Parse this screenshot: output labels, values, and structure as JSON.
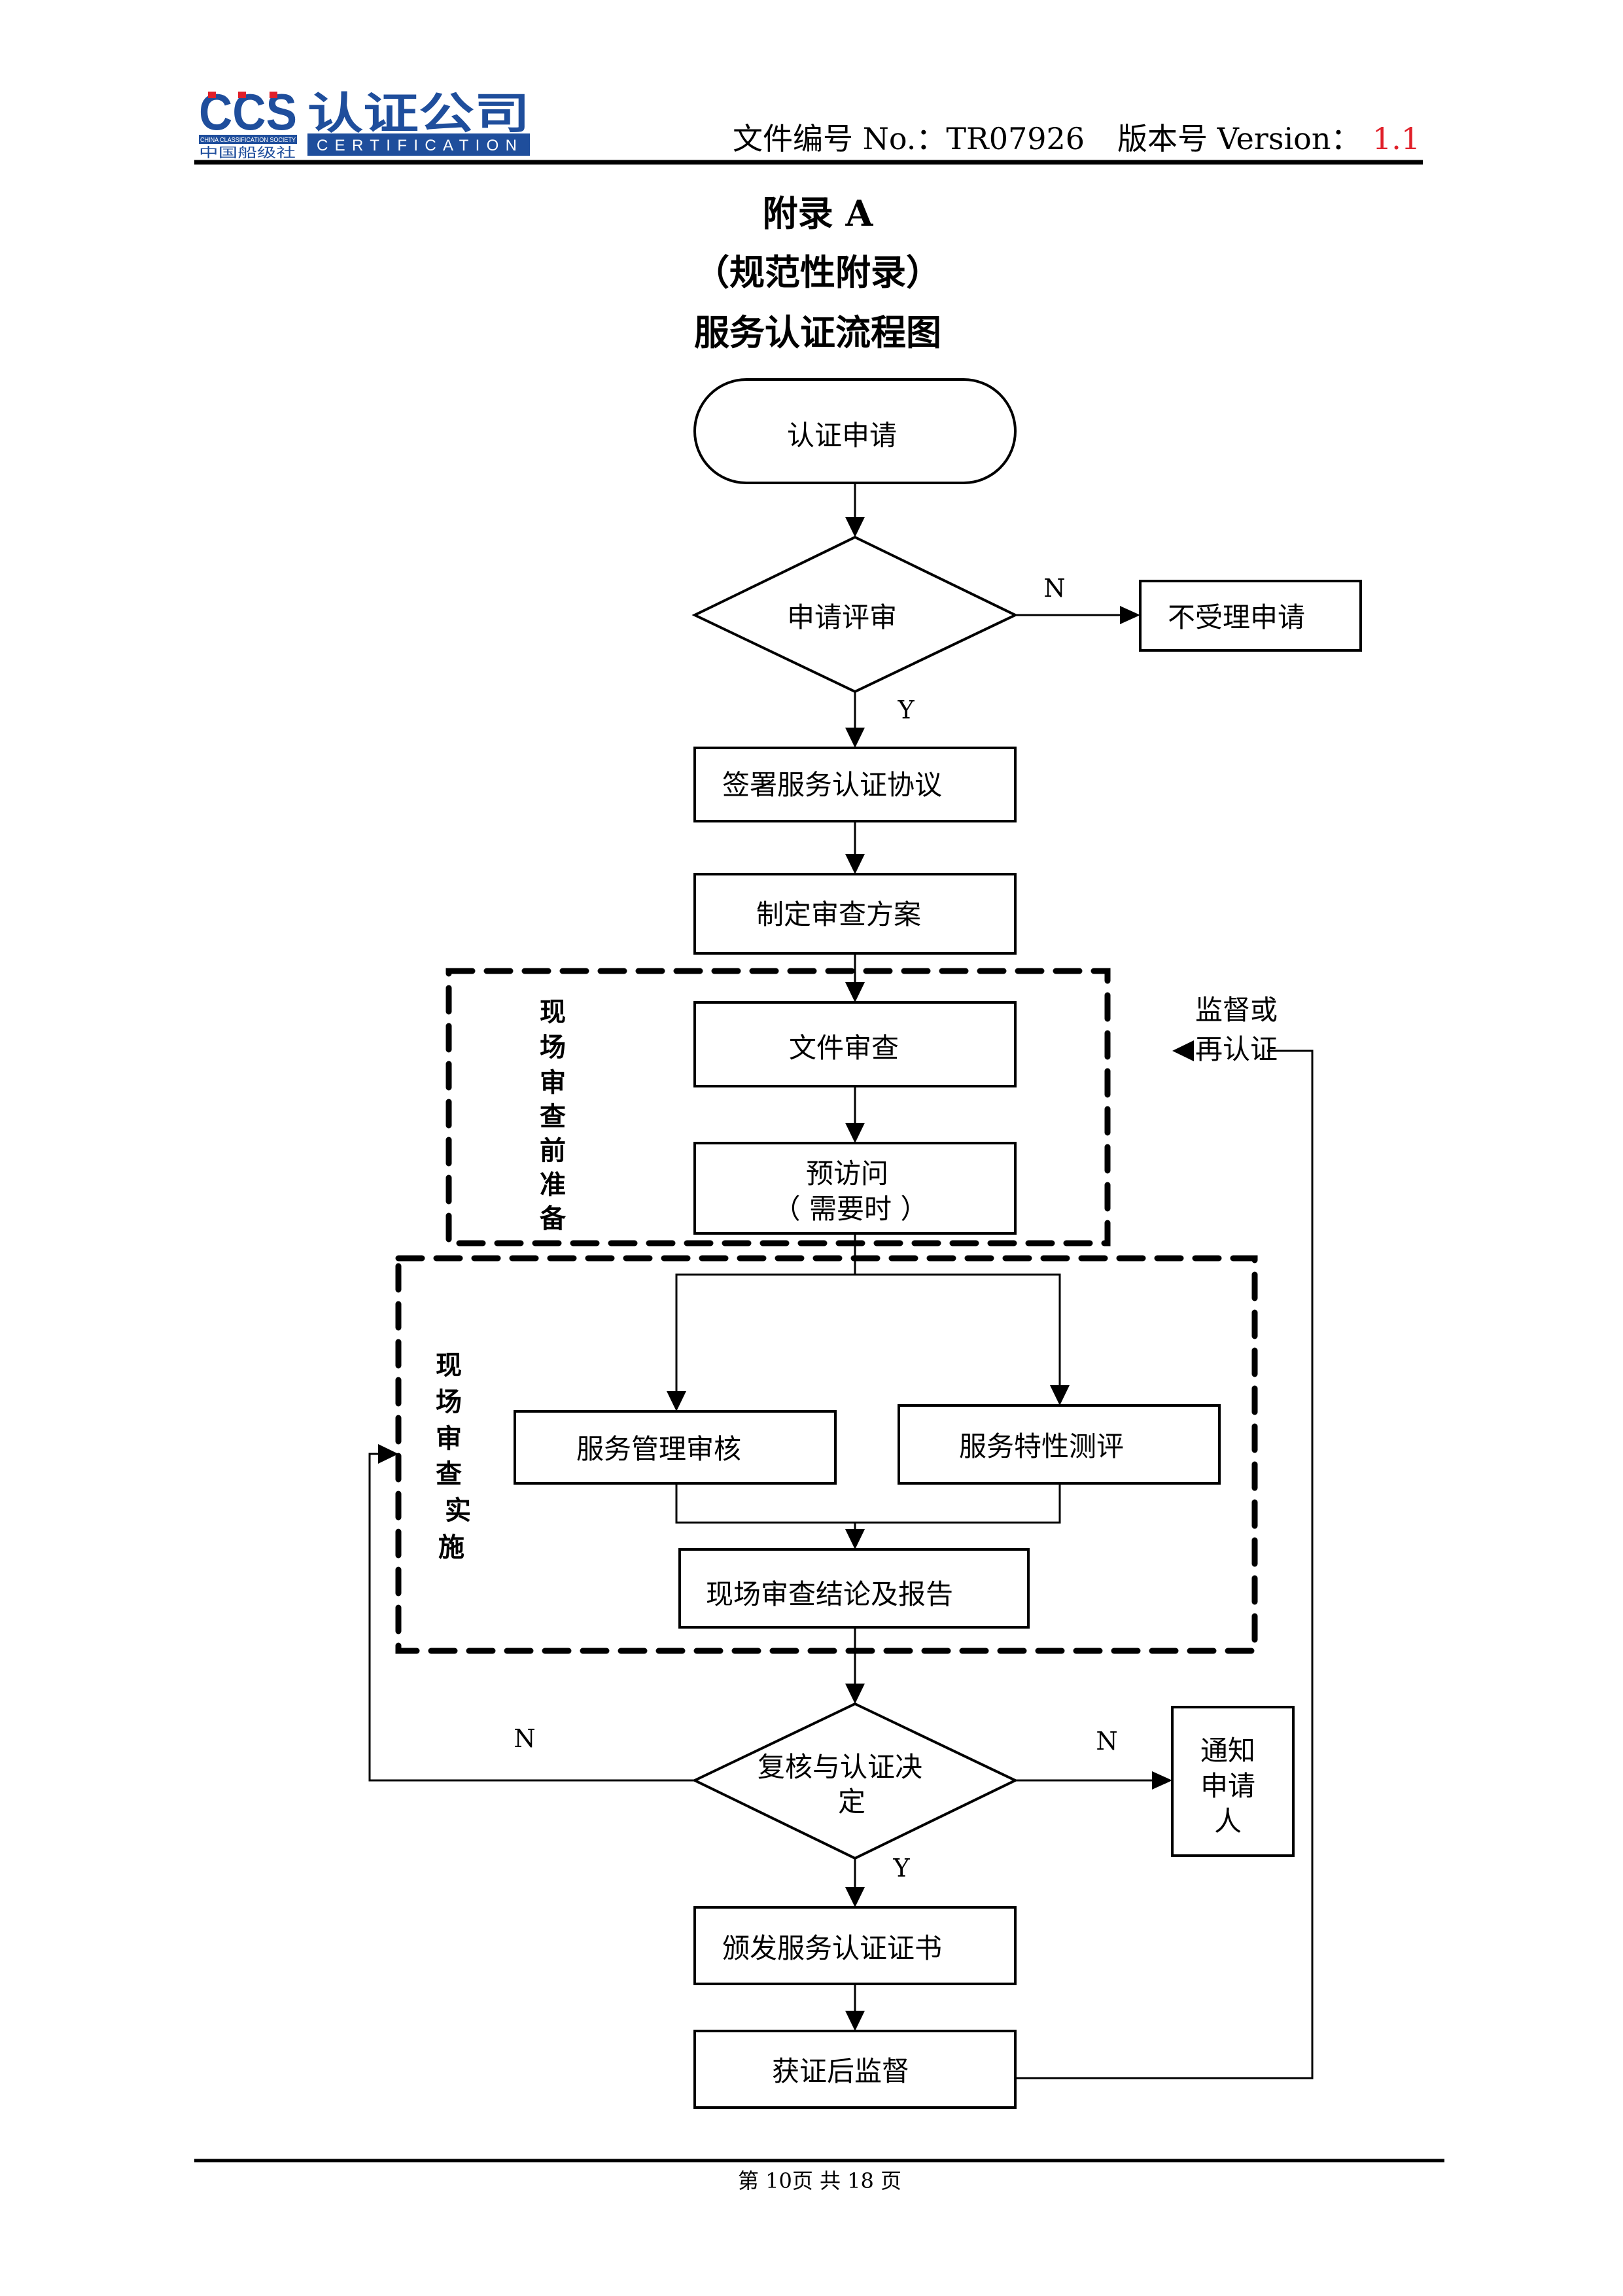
{
  "header": {
    "logo": {
      "brand": "CCS",
      "company": "认证公司",
      "society_en": "CHINA CLASSIFICATION SOCIETY",
      "society_cn": "中国船级社",
      "banner": "CERTIFICATION",
      "colors": {
        "blue": "#1f4e9c",
        "red": "#e0202a"
      }
    },
    "doc_number_label": "文件编号 No.：TR07926",
    "version_label": "版本号 Version：",
    "version_value": "1.1",
    "version_color": "#e0202a"
  },
  "title": {
    "line1": "附录 A",
    "line2": "（规范性附录）",
    "line3": "服务认证流程图"
  },
  "flowchart": {
    "start": "认证申请",
    "review": "申请评审",
    "reject": "不受理申请",
    "sign": "签署服务认证协议",
    "plan": "制定审查方案",
    "group1_label": [
      "现",
      "场",
      "审",
      "查",
      "前",
      "准",
      "备"
    ],
    "doc_review": "文件审查",
    "pre_visit": [
      "预访问",
      "（ 需要时  ）"
    ],
    "group2_label": [
      "现",
      "场",
      "审",
      "查",
      "实",
      "施"
    ],
    "mgmt_audit": "服务管理审核",
    "char_eval": "服务特性测评",
    "conclusion": "现场审查结论及报告",
    "decision": [
      "复核与认证决",
      "定"
    ],
    "notify": [
      "通知",
      "申请",
      "人"
    ],
    "issue": "颁发服务认证证书",
    "post": "获证后监督",
    "resurvey": [
      "监督或",
      "再认证"
    ],
    "labels": {
      "yes": "Y",
      "no": "N"
    }
  },
  "footer": {
    "page_text": "第 10页    共 18 页"
  }
}
